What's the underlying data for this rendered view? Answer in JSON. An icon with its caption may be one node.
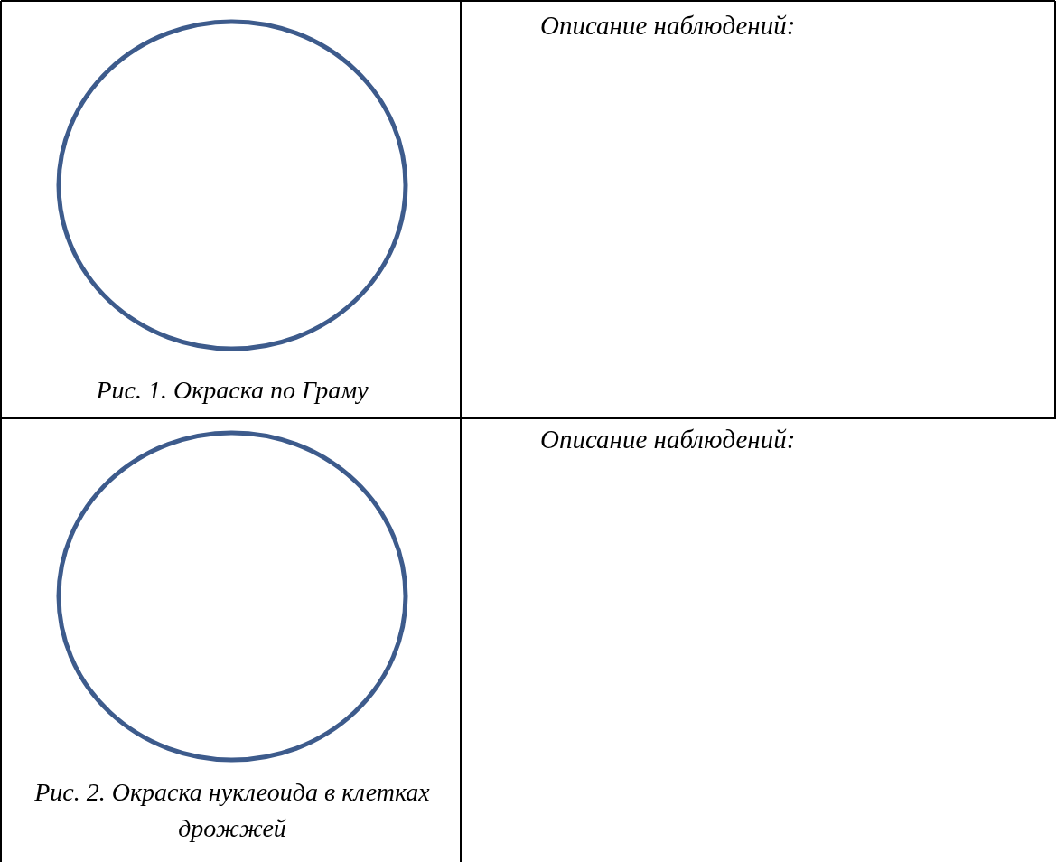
{
  "diagram": {
    "nodes": [
      {
        "text": [],
        "shape": "circle",
        "beside": [
          "Рис. 1. Окраска по Граму"
        ]
      },
      {
        "text": [],
        "shape": "circle",
        "beside": [
          "Рис. 2. Окраска нуклеоида в клетках дрожжей"
        ]
      }
    ],
    "edges": [],
    "labels": [
      "Описание наблюдений:",
      "Описание наблюдений:"
    ]
  }
}
